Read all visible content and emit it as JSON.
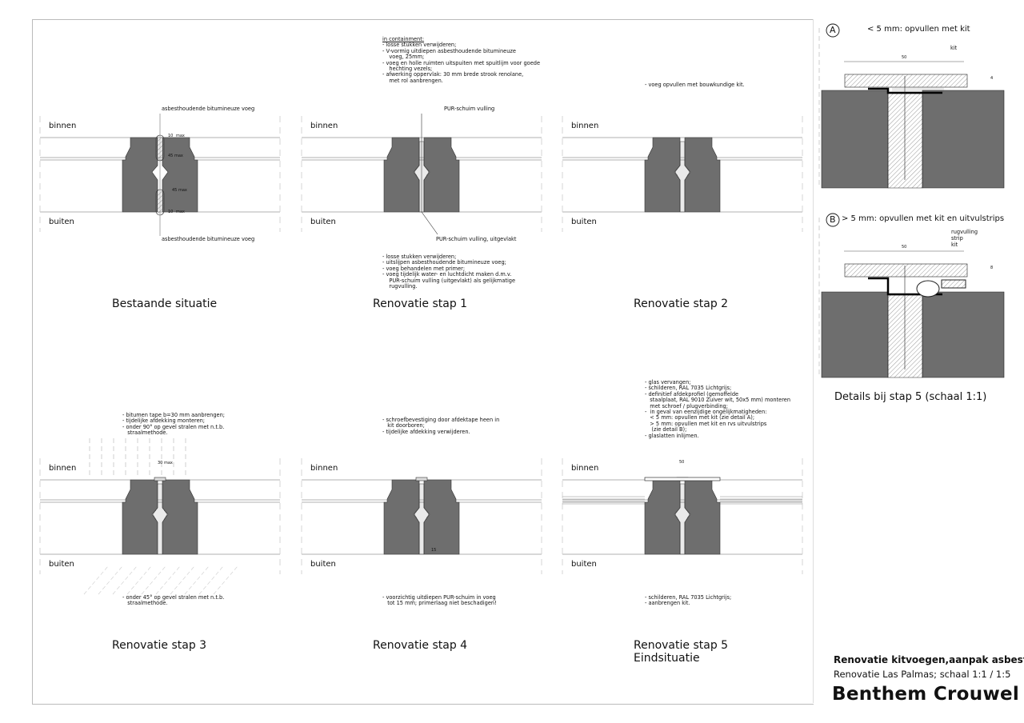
{
  "panels": [
    {
      "title": "Bestaande situatie",
      "binnen": "binnen",
      "buiten": "buiten",
      "callout_top": "asbesthoudende bitumineuze voeg",
      "callout_bottom": "asbesthoudende bitumineuze voeg",
      "dims": [
        "10",
        "max",
        "45 max",
        "45 max",
        "10",
        "max"
      ]
    },
    {
      "title": "Renovatie stap 1",
      "binnen": "binnen",
      "buiten": "buiten",
      "callout_top": "PUR-schuim vulling",
      "callout_bottom": "PUR-schuim vulling, uitgevlakt",
      "notes_above_heading": "in containment:",
      "notes_above": [
        "- losse stukken verwijderen;",
        "- V-vormig uitdiepen asbesthoudende bitumineuze",
        "    voeg, 25mm;",
        "- voeg en holle ruimten uitspuiten met spuitlijm voor goede",
        "    hechting vezels;",
        "- afwerking oppervlak: 30 mm brede strook renolane,",
        "    met rol aanbrengen."
      ],
      "notes_below": [
        "- losse stukken verwijderen;",
        "- uitslijpen asbesthoudende bitumineuze voeg;",
        "- voeg behandelen met primer;",
        "- voeg tijdelijk water- en luchtdicht maken d.m.v.",
        "    PUR-schuim vulling (uitgevlakt) als gelijkmatige",
        "    rugvulling."
      ]
    },
    {
      "title": "Renovatie stap 2",
      "binnen": "binnen",
      "buiten": "buiten",
      "notes_above": [
        "- voeg opvullen met bouwkundige kit."
      ]
    },
    {
      "title": "Renovatie stap 3",
      "binnen": "binnen",
      "buiten": "buiten",
      "dims": [
        "30 max"
      ],
      "notes_above": [
        "- bitumen tape b=30 mm aanbrengen;",
        "- tijdelijke afdekking monteren;",
        "- onder 90° op gevel stralen met n.t.b.",
        "   straalmethode."
      ],
      "notes_below": [
        "- onder 45° op gevel stralen met n.t.b.",
        "   straalmethode."
      ]
    },
    {
      "title": "Renovatie stap 4",
      "binnen": "binnen",
      "buiten": "buiten",
      "dims": [
        "15"
      ],
      "notes_above": [
        "- schroefbevestiging door afdektape heen in",
        "   kit doorboren;",
        "- tijdelijke afdekking verwijderen."
      ],
      "notes_below": [
        "- voorzichtig uitdiepen PUR-schuim in voeg",
        "   tot 15 mm; primerlaag niet beschadigen!"
      ]
    },
    {
      "title": "Renovatie stap 5",
      "title2": "Eindsituatie",
      "binnen": "binnen",
      "buiten": "buiten",
      "dims": [
        "50"
      ],
      "notes_above": [
        "- glas vervangen;",
        "- schilderen, RAL 7035 Lichtgrijs;",
        "- definitief afdekprofiel (gemoffelde",
        "   staalplaat, RAL 9010 Zuiver wit, 50x5 mm) monteren",
        "   met schroef / plugverbinding;",
        "-  in geval van eenzijdige ongelijkmatigheden:",
        "   < 5 mm: opvullen met kit (zie detail A);",
        "   > 5 mm: opvullen met kit en rvs uitvulstrips",
        "    (zie detail B);",
        "- glaslatten inlijmen."
      ],
      "notes_below": [
        "- schilderen, RAL 7035 Lichtgrijs;",
        "- aanbrengen kit."
      ]
    }
  ],
  "details": {
    "a": {
      "marker": "A",
      "title": "< 5 mm: opvullen met kit",
      "labels": [
        "kit"
      ],
      "dim_width": "50",
      "dim_gap": "4"
    },
    "b": {
      "marker": "B",
      "title": "> 5 mm: opvullen met kit en uitvulstrips",
      "labels": [
        "rugvulling",
        "strip",
        "kit"
      ],
      "dim_width": "50",
      "dim_gap": "8"
    },
    "caption": "Details bij stap 5 (schaal 1:1)"
  },
  "titleblock": {
    "title": "Renovatie kitvoegen,aanpak asbest",
    "subtitle": "Renovatie Las Palmas;  schaal 1:1 / 1:5",
    "firm": "Benthem Crouwel"
  },
  "colors": {
    "concrete": "#6e6e6e",
    "line": "#999999",
    "ink": "#111111"
  }
}
